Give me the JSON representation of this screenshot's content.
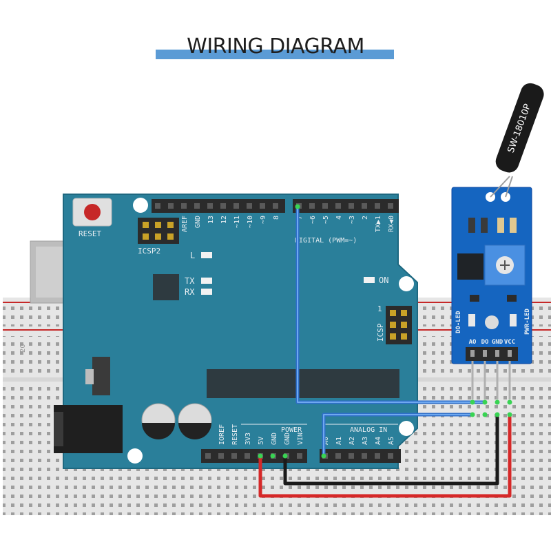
{
  "title": "WIRING DIAGRAM",
  "board": {
    "reset": "RESET",
    "icsp2": "ICSP2",
    "icsp": "ICSP",
    "icsp_pin": "1",
    "led_l": "L",
    "tx": "TX",
    "rx": "RX",
    "on": "ON",
    "digital": "DIGITAL (PWM=~)",
    "power": "POWER",
    "analog_in": "ANALOG IN",
    "top_pins_left": [
      "AREF",
      "GND",
      "13",
      "12",
      "~11",
      "~10",
      "~9",
      "8"
    ],
    "top_pins_right": [
      "7",
      "~6",
      "~5",
      "4",
      "~3",
      "2",
      "TX▶1",
      "RX◀0"
    ],
    "bottom_pins_power": [
      "IOREF",
      "RESET",
      "3V3",
      "5V",
      "GND",
      "GND",
      "VIN"
    ],
    "bottom_pins_analog": [
      "A0",
      "A1",
      "A2",
      "A3",
      "A4",
      "A5"
    ]
  },
  "breadboard": {
    "row_number": "20"
  },
  "sensor": {
    "part": "SW-18010P",
    "do_led": "DO-LED",
    "pwr_led": "PWR-LED",
    "pins": [
      "AO",
      "DO",
      "GND",
      "VCC"
    ]
  },
  "colors": {
    "board": "#2a7f9a",
    "module": "#1565c0",
    "wire_blue": "#3d7fd6",
    "wire_red": "#d62828",
    "wire_black": "#1a1a1a",
    "title_bar": "#5b9bd5"
  }
}
